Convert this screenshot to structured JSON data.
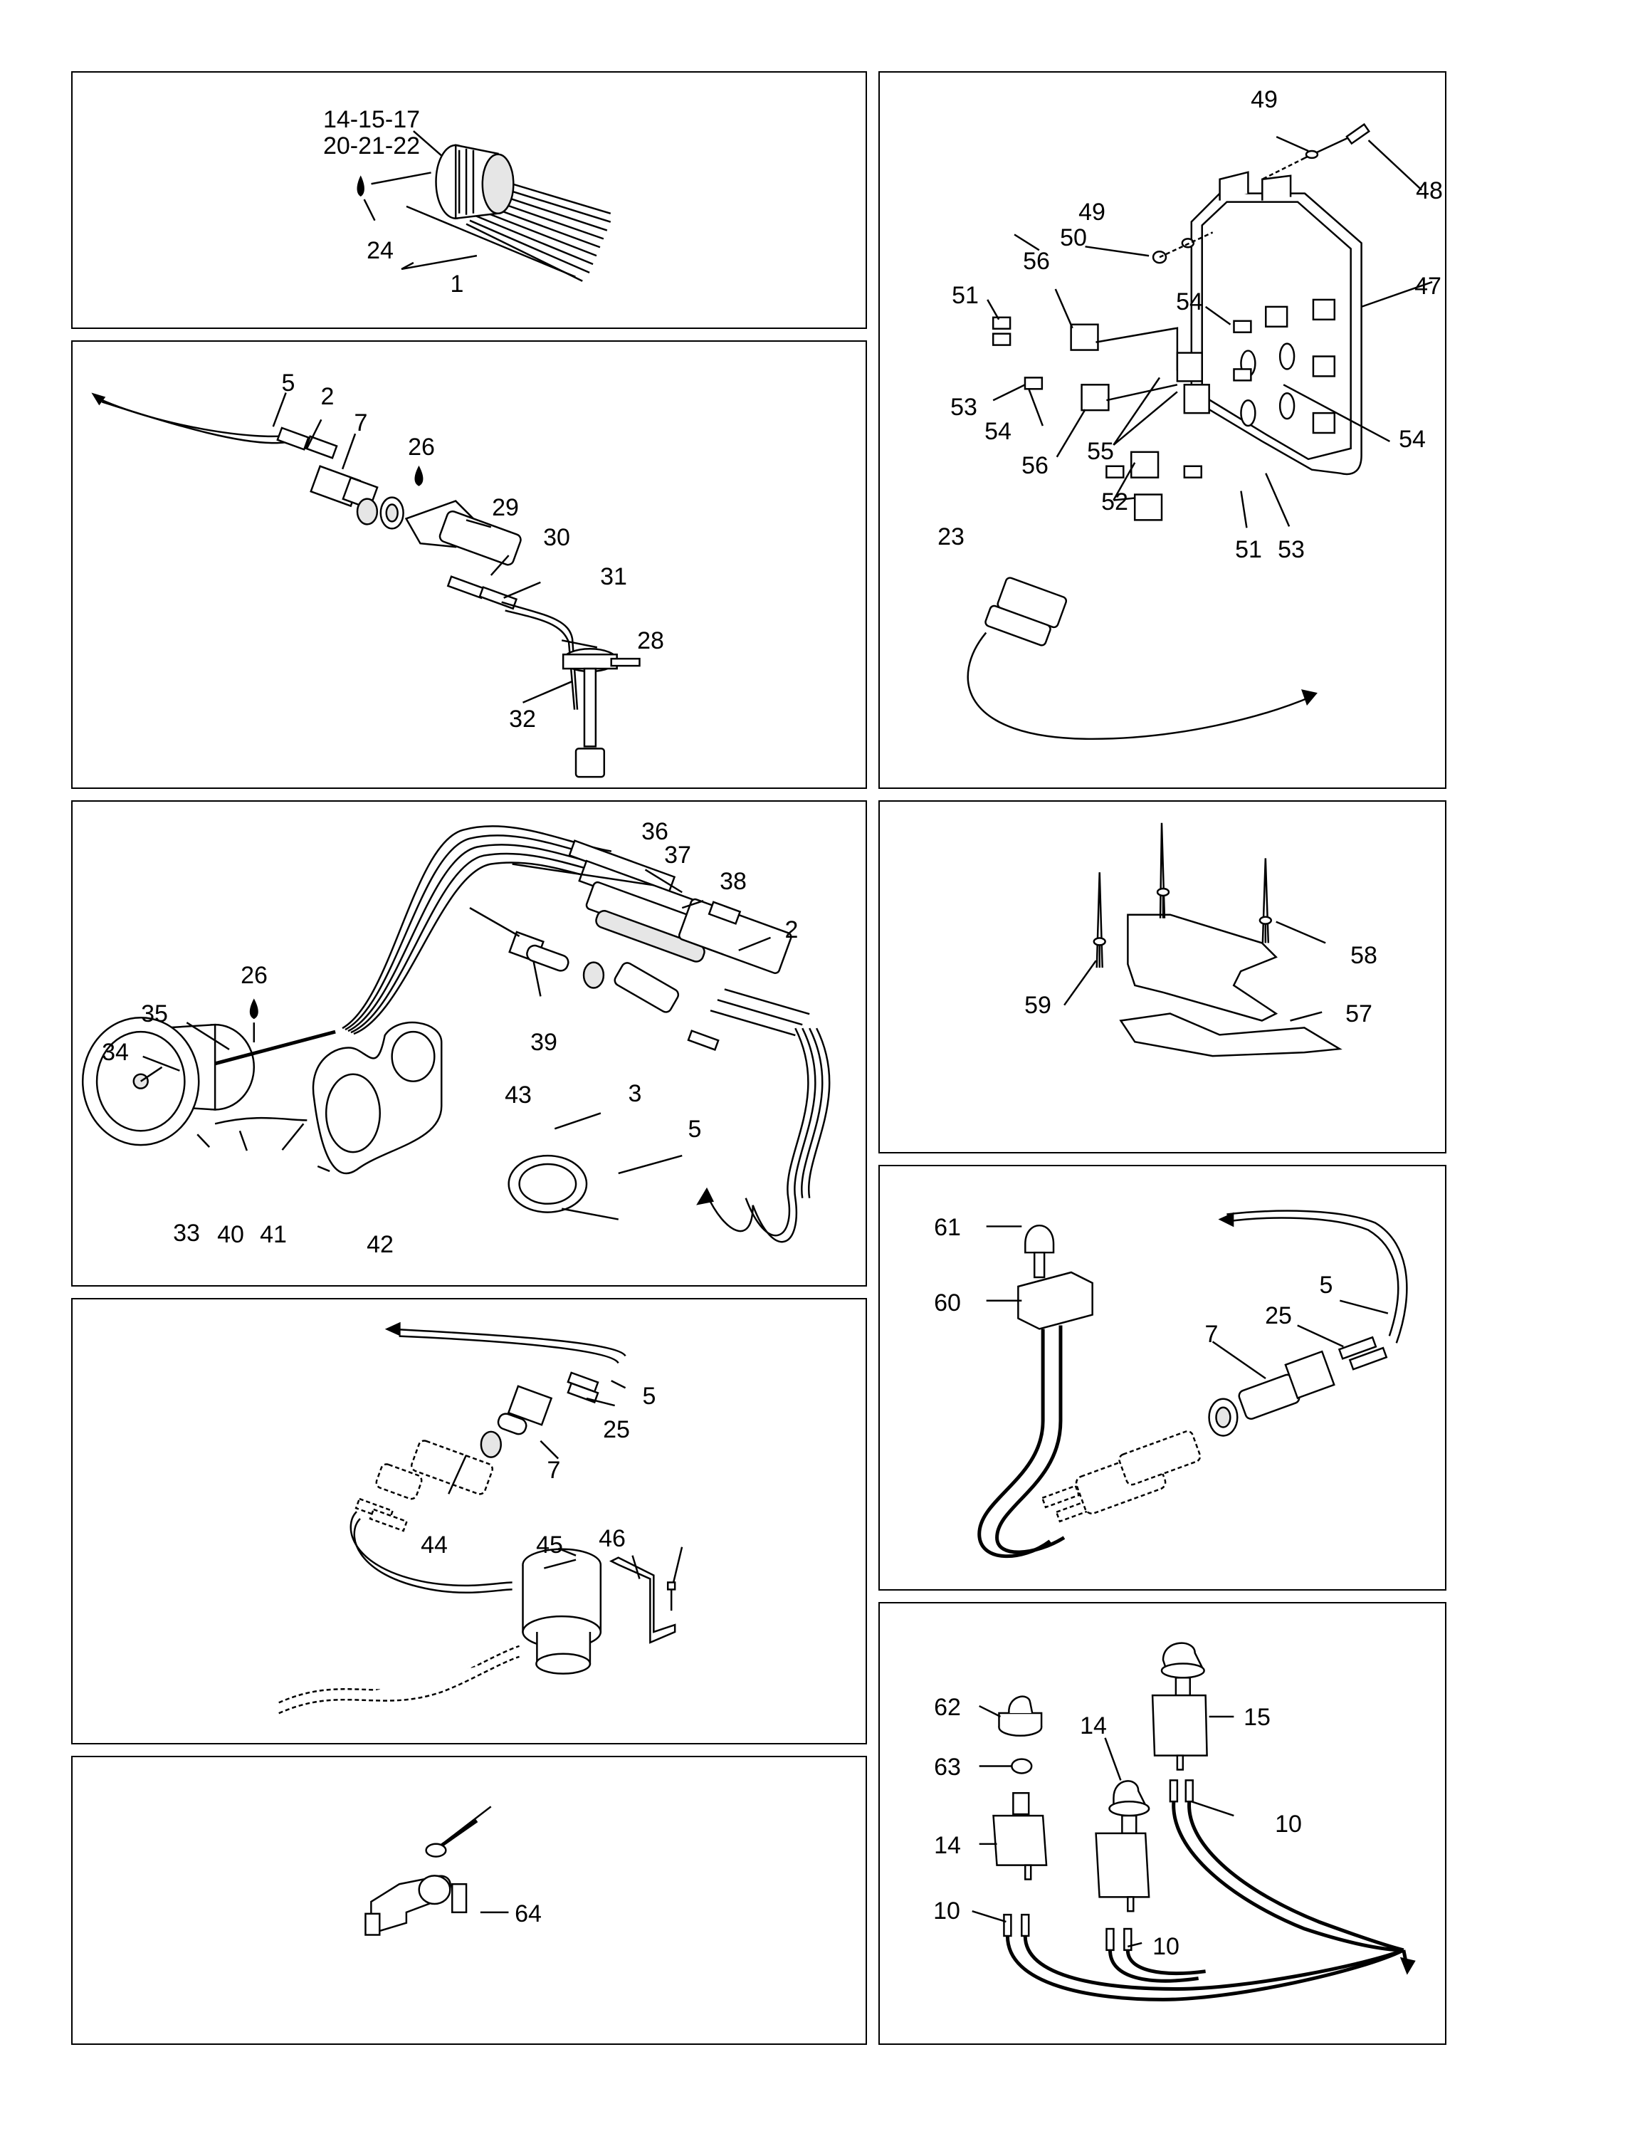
{
  "panels": [
    {
      "id": "harness",
      "labels": [
        "14-15-17",
        "20-21-22",
        "24",
        "1"
      ]
    },
    {
      "id": "fuel-sensor",
      "labels": [
        "5",
        "2",
        "7",
        "26",
        "29",
        "30",
        "31",
        "28",
        "32"
      ]
    },
    {
      "id": "gauge",
      "labels": [
        "36",
        "37",
        "38",
        "2",
        "26",
        "35",
        "34",
        "39",
        "3",
        "5",
        "43",
        "33",
        "40",
        "41",
        "42"
      ]
    },
    {
      "id": "bilge-pump",
      "labels": [
        "5",
        "25",
        "7",
        "44",
        "45",
        "46"
      ]
    },
    {
      "id": "ground",
      "labels": [
        "64"
      ]
    },
    {
      "id": "fuse-box",
      "labels": [
        "49",
        "48",
        "49",
        "50",
        "56",
        "51",
        "54",
        "47",
        "53",
        "54",
        "54",
        "56",
        "55",
        "52",
        "51",
        "53",
        "23"
      ]
    },
    {
      "id": "support",
      "labels": [
        "58",
        "57",
        "59"
      ]
    },
    {
      "id": "switch",
      "labels": [
        "61",
        "60",
        "5",
        "25",
        "7"
      ]
    },
    {
      "id": "switches",
      "labels": [
        "62",
        "15",
        "63",
        "14",
        "10",
        "14",
        "10",
        "10"
      ]
    }
  ],
  "icons": [
    "oil-drop-icon",
    "arrow-icon"
  ]
}
